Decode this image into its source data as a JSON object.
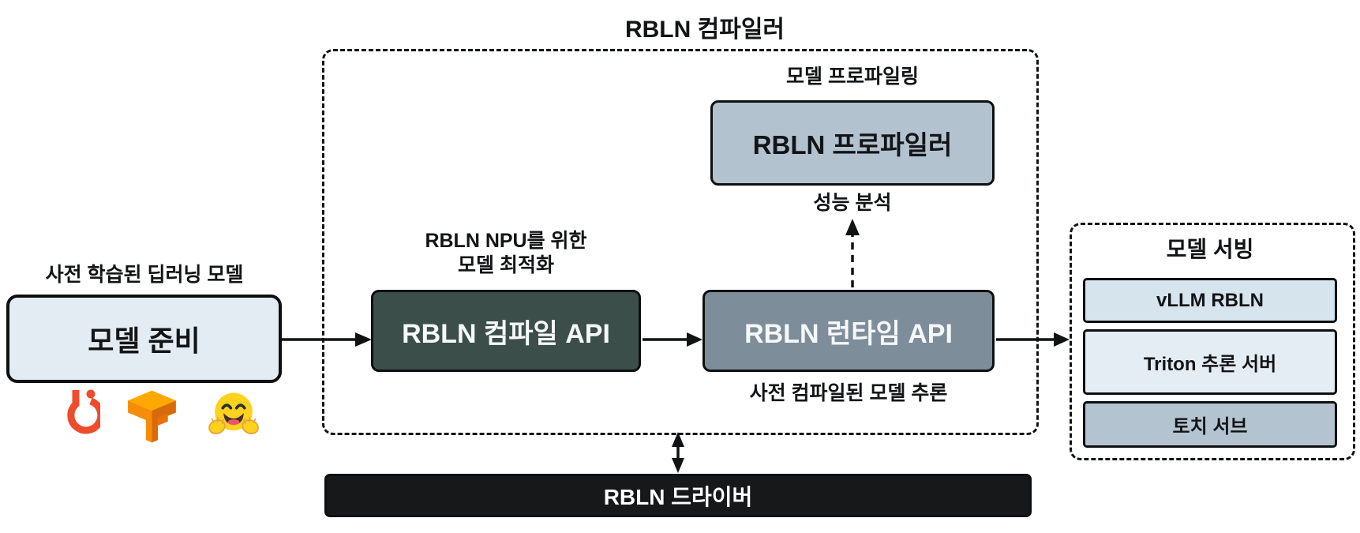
{
  "diagram": {
    "title": "RBLN 컴파일러",
    "model_prep": {
      "caption": "사전 학습된 딥러닝 모델",
      "box_label": "모델 준비",
      "icons": [
        "pytorch-logo",
        "tensorflow-logo",
        "huggingface-logo"
      ]
    },
    "compiler": {
      "profiling_caption": "모델 프로파일링",
      "profiler_box_label": "RBLN 프로파일러",
      "performance_caption": "성능 분석",
      "compile_caption": "RBLN NPU를 위한\n모델 최적화",
      "compile_box_label": "RBLN 컴파일 API",
      "runtime_box_label": "RBLN 런타임 API",
      "runtime_caption": "사전 컴파일된 모델 추론"
    },
    "serving": {
      "title": "모델 서빙",
      "items": [
        "vLLM RBLN",
        "Triton 추론 서버",
        "토치 서브"
      ]
    },
    "driver_label": "RBLN 드라이버",
    "colors": {
      "model_prep_fill": "#e3ecf2",
      "profiler_fill": "#b3c2cf",
      "compile_fill": "#3b4e49",
      "runtime_fill": "#7e8d9a",
      "vllm_fill": "#d6e4ee",
      "triton_fill": "#e4edf3",
      "torchserve_fill": "#b4c3d0",
      "driver_fill": "#16181a",
      "line": "#101214",
      "pytorch_orange": "#ee4c2c",
      "tensorflow_orange": "#ffa800",
      "huggingface_yellow": "#ffd21e"
    }
  }
}
